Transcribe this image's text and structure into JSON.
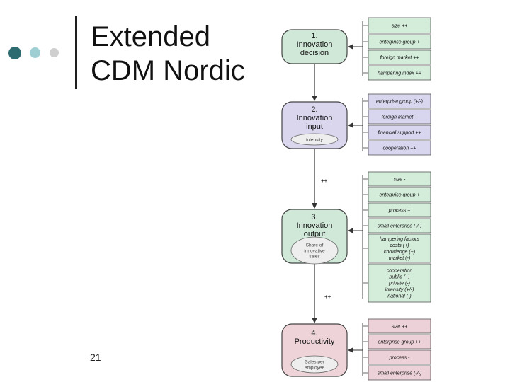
{
  "slide": {
    "title_line1": "Extended",
    "title_line2": "CDM Nordic",
    "page_number": "21"
  },
  "colors": {
    "dot1": "#2e6b70",
    "dot2": "#9fcfd3",
    "dot3": "#cfcfcf",
    "stage_green": "#cfe8d8",
    "stage_purple": "#d9d6ee",
    "stage_pink": "#eed4d8",
    "factor_green": "#d4ecda",
    "factor_purple": "#d8d6ee",
    "factor_pink": "#ecd2d8",
    "factor_border": "#555555"
  },
  "diagram": {
    "stages": [
      {
        "title": [
          "1.",
          "Innovation",
          "decision"
        ],
        "oval": []
      },
      {
        "title": [
          "2.",
          "Innovation",
          "input"
        ],
        "oval": [
          "intensity"
        ]
      },
      {
        "title": [
          "3.",
          "Innovation",
          "output"
        ],
        "oval": [
          "Share of",
          "innovative",
          "sales"
        ]
      },
      {
        "title": [
          "4.",
          "Productivity"
        ],
        "oval": [
          "Sales per",
          "employee"
        ]
      }
    ],
    "links": [
      "++",
      "++"
    ],
    "factor_groups": [
      {
        "items": [
          [
            "size ++"
          ],
          [
            "enterprise group +"
          ],
          [
            "foreign market ++"
          ],
          [
            "hampering index ++"
          ]
        ]
      },
      {
        "items": [
          [
            "enterprise group (+/-)"
          ],
          [
            "foreign market +"
          ],
          [
            "financial support ++"
          ],
          [
            "cooperation ++"
          ]
        ]
      },
      {
        "items": [
          [
            "size -"
          ],
          [
            "enterprise group +"
          ],
          [
            "process +"
          ],
          [
            "small enterprise (-/-)"
          ],
          [
            "hampering factors",
            "costs (+)",
            "knowledge (+)",
            "market (-)"
          ],
          [
            "cooperation",
            "public (+)",
            "private (-)",
            "intensity (+/-)",
            "national (-)"
          ]
        ]
      },
      {
        "items": [
          [
            "size ++"
          ],
          [
            "enterprise group ++"
          ],
          [
            "process -"
          ],
          [
            "small enterprise (-/-)"
          ]
        ]
      }
    ]
  }
}
